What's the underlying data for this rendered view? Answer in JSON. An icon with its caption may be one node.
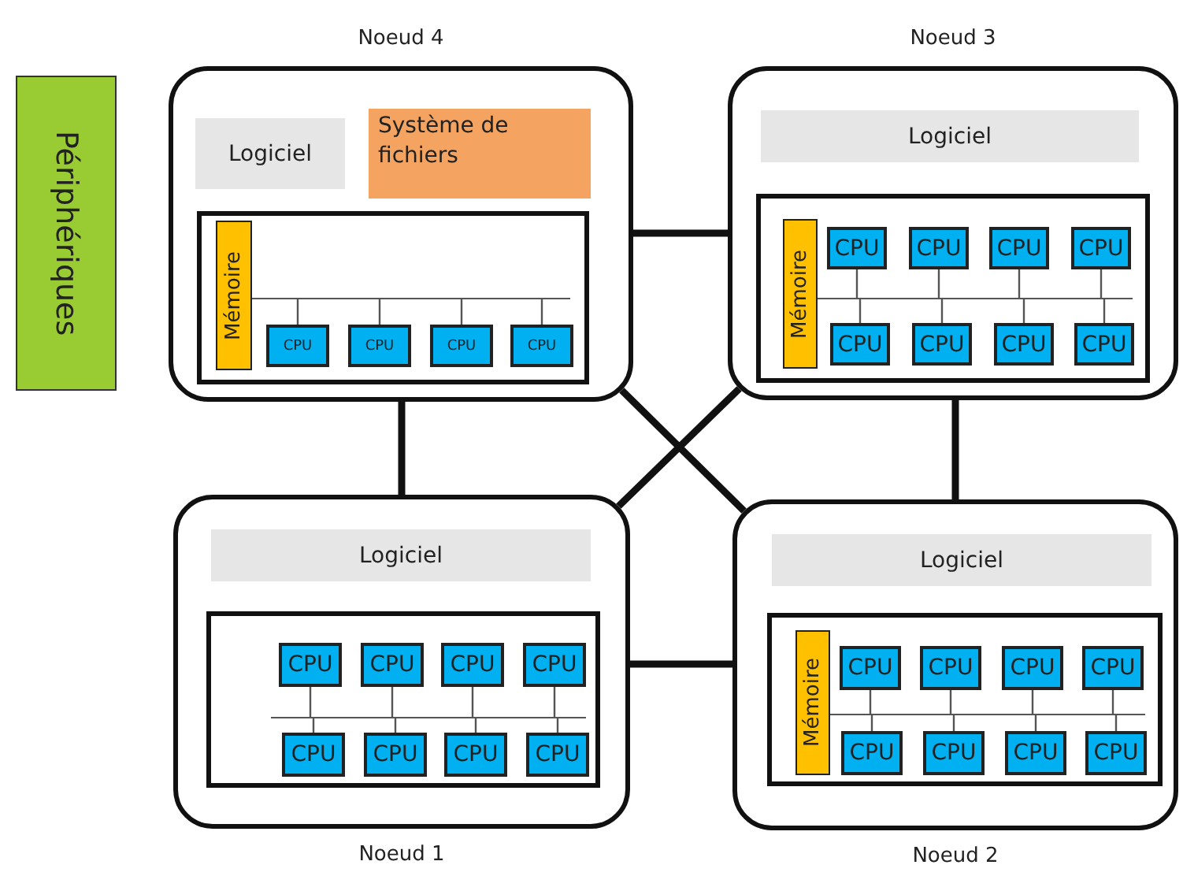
{
  "diagram": {
    "nodes": [
      {
        "text": [
          "Périphériques"
        ]
      },
      {
        "text": [
          "Noeud 4"
        ]
      },
      {
        "text": [
          "Logiciel"
        ],
        "in": 1
      },
      {
        "text": [
          "Système de fichiers"
        ],
        "in": 1
      },
      {
        "text": [],
        "shape": "box",
        "in": 1
      },
      {
        "text": [
          "Mémoire"
        ],
        "in": 4
      },
      {
        "text": [],
        "shape": "bar",
        "in": 4
      },
      {
        "text": [
          "CPU"
        ],
        "in": 4
      },
      {
        "text": [
          "CPU"
        ],
        "in": 4
      },
      {
        "text": [
          "CPU"
        ],
        "in": 4
      },
      {
        "text": [
          "CPU"
        ],
        "in": 4
      },
      {
        "text": [
          "Noeud 3"
        ]
      },
      {
        "text": [
          "Logiciel"
        ],
        "in": 11
      },
      {
        "text": [],
        "shape": "box",
        "in": 11
      },
      {
        "text": [
          "Mémoire"
        ],
        "in": 13
      },
      {
        "text": [],
        "shape": "bar",
        "in": 13
      },
      {
        "text": [
          "CPU"
        ],
        "in": 13
      },
      {
        "text": [
          "CPU"
        ],
        "in": 13
      },
      {
        "text": [
          "CPU"
        ],
        "in": 13
      },
      {
        "text": [
          "CPU"
        ],
        "in": 13
      },
      {
        "text": [
          "CPU"
        ],
        "in": 13
      },
      {
        "text": [
          "CPU"
        ],
        "in": 13
      },
      {
        "text": [
          "CPU"
        ],
        "in": 13
      },
      {
        "text": [
          "CPU"
        ],
        "in": 13
      },
      {
        "text": [
          "Noeud 1"
        ]
      },
      {
        "text": [
          "Logiciel"
        ],
        "in": 24
      },
      {
        "text": [],
        "shape": "box",
        "in": 24
      },
      {
        "text": [],
        "shape": "bar",
        "in": 26
      },
      {
        "text": [
          "CPU"
        ],
        "in": 26
      },
      {
        "text": [
          "CPU"
        ],
        "in": 26
      },
      {
        "text": [
          "CPU"
        ],
        "in": 26
      },
      {
        "text": [
          "CPU"
        ],
        "in": 26
      },
      {
        "text": [
          "CPU"
        ],
        "in": 26
      },
      {
        "text": [
          "CPU"
        ],
        "in": 26
      },
      {
        "text": [
          "CPU"
        ],
        "in": 26
      },
      {
        "text": [
          "CPU"
        ],
        "in": 26
      },
      {
        "text": [
          "Noeud 2"
        ]
      },
      {
        "text": [
          "Logiciel"
        ],
        "in": 36
      },
      {
        "text": [],
        "shape": "box",
        "in": 36
      },
      {
        "text": [
          "Mémoire"
        ],
        "in": 38
      },
      {
        "text": [],
        "shape": "bar",
        "in": 38
      },
      {
        "text": [
          "CPU"
        ],
        "in": 38
      },
      {
        "text": [
          "CPU"
        ],
        "in": 38
      },
      {
        "text": [
          "CPU"
        ],
        "in": 38
      },
      {
        "text": [
          "CPU"
        ],
        "in": 38
      },
      {
        "text": [
          "CPU"
        ],
        "in": 38
      },
      {
        "text": [
          "CPU"
        ],
        "in": 38
      },
      {
        "text": [
          "CPU"
        ],
        "in": 38
      },
      {
        "text": [
          "CPU"
        ],
        "in": 38
      }
    ],
    "edges": [
      {
        "from": 1,
        "to": 11,
        "arrow": "none",
        "style": "thick"
      },
      {
        "from": 1,
        "to": 24,
        "arrow": "none",
        "style": "thick"
      },
      {
        "from": 11,
        "to": 36,
        "arrow": "none",
        "style": "thick"
      },
      {
        "from": 24,
        "to": 36,
        "arrow": "none",
        "style": "thick"
      },
      {
        "from": 1,
        "to": 36,
        "arrow": "none",
        "style": "thick"
      },
      {
        "from": 11,
        "to": 24,
        "arrow": "none",
        "style": "thick"
      },
      {
        "from": 7,
        "to": 6,
        "arrow": "none"
      },
      {
        "from": 8,
        "to": 6,
        "arrow": "none"
      },
      {
        "from": 9,
        "to": 6,
        "arrow": "none"
      },
      {
        "from": 10,
        "to": 6,
        "arrow": "none"
      },
      {
        "from": 16,
        "to": 15,
        "arrow": "none"
      },
      {
        "from": 17,
        "to": 15,
        "arrow": "none"
      },
      {
        "from": 18,
        "to": 15,
        "arrow": "none"
      },
      {
        "from": 19,
        "to": 15,
        "arrow": "none"
      },
      {
        "from": 20,
        "to": 15,
        "arrow": "none"
      },
      {
        "from": 21,
        "to": 15,
        "arrow": "none"
      },
      {
        "from": 22,
        "to": 15,
        "arrow": "none"
      },
      {
        "from": 23,
        "to": 15,
        "arrow": "none"
      },
      {
        "from": 28,
        "to": 27,
        "arrow": "none"
      },
      {
        "from": 29,
        "to": 27,
        "arrow": "none"
      },
      {
        "from": 30,
        "to": 27,
        "arrow": "none"
      },
      {
        "from": 31,
        "to": 27,
        "arrow": "none"
      },
      {
        "from": 32,
        "to": 27,
        "arrow": "none"
      },
      {
        "from": 33,
        "to": 27,
        "arrow": "none"
      },
      {
        "from": 34,
        "to": 27,
        "arrow": "none"
      },
      {
        "from": 35,
        "to": 27,
        "arrow": "none"
      },
      {
        "from": 41,
        "to": 40,
        "arrow": "none"
      },
      {
        "from": 42,
        "to": 40,
        "arrow": "none"
      },
      {
        "from": 43,
        "to": 40,
        "arrow": "none"
      },
      {
        "from": 44,
        "to": 40,
        "arrow": "none"
      },
      {
        "from": 45,
        "to": 40,
        "arrow": "none"
      },
      {
        "from": 46,
        "to": 40,
        "arrow": "none"
      },
      {
        "from": 47,
        "to": 40,
        "arrow": "none"
      },
      {
        "from": 48,
        "to": 40,
        "arrow": "none"
      }
    ]
  }
}
